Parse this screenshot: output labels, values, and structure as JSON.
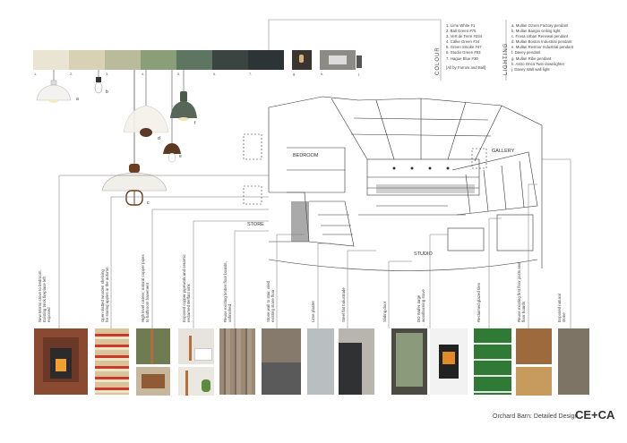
{
  "colour_heading": "COLOUR",
  "lighting_heading": "LIGHTING",
  "colours": [
    {
      "label": "1. Lime White #1",
      "hex": "#eae5d3"
    },
    {
      "label": "2. Ball Green #75",
      "hex": "#d8d1b3"
    },
    {
      "label": "3. Vert de Terre #234",
      "hex": "#b9bb9a"
    },
    {
      "label": "4. Calke Green #34",
      "hex": "#8a9e77"
    },
    {
      "label": "5. Green Smoke #47",
      "hex": "#5e7561"
    },
    {
      "label": "6. Studio Green #93",
      "hex": "#3a4541"
    },
    {
      "label": "7. Hague Blue #30",
      "hex": "#2c3436"
    }
  ],
  "colour_footer": "[All by Farrow and Ball]",
  "swatch_numbers": [
    "1.",
    "2.",
    "3.",
    "4.",
    "5.",
    "6.",
    "7.",
    "g.",
    "h.",
    "j."
  ],
  "lighting": [
    "a. Mullan Ozsen Factory pendant",
    "b. Mullan Bangio ceiling light",
    "c. Fresa Urban Renewal pendant",
    "d. Mullan Boston Industrial pendant",
    "e. Mullan Restnor Industrial pendant",
    "f. Davey pendant",
    "g. Mullan Ribe pendant",
    "h. Astro Onca Twin downlighter",
    "j. Davey Wall wall light"
  ],
  "lamp_labels": [
    "a",
    "b",
    "c",
    "d",
    "e",
    "f"
  ],
  "room_labels": {
    "bedroom": "BEDROOM",
    "gallery": "GALLERY",
    "store": "STORE",
    "studio": "STUDIO"
  },
  "annotations": [
    "New Morso stove to bedroom. Existing brick fireplace left exposed",
    "Open slatted wooden shelving for storing apples in the autumn",
    "High level cistern; natural copper pipes to bathroom basement",
    "Exposed copper pipework and ceramic reclaimed Belfast sink",
    "Reuse existing timber floor boards, unfinished",
    "Stone wall to stair, oiled existing stone floor",
    "Lime plaster",
    "Steel flat balustrade",
    "Sliding door",
    "DO Wafer large woodburning stove",
    "Reclaimed glazed tiles",
    "Reuse existing first floor joists and floor boards",
    "Exposed natural stone"
  ],
  "footer_title": "Orchard Barn: Detailed Design",
  "footer_logo": "CE+CA",
  "colors": {
    "logo_plus": "#7fa36a",
    "text": "#333333"
  }
}
